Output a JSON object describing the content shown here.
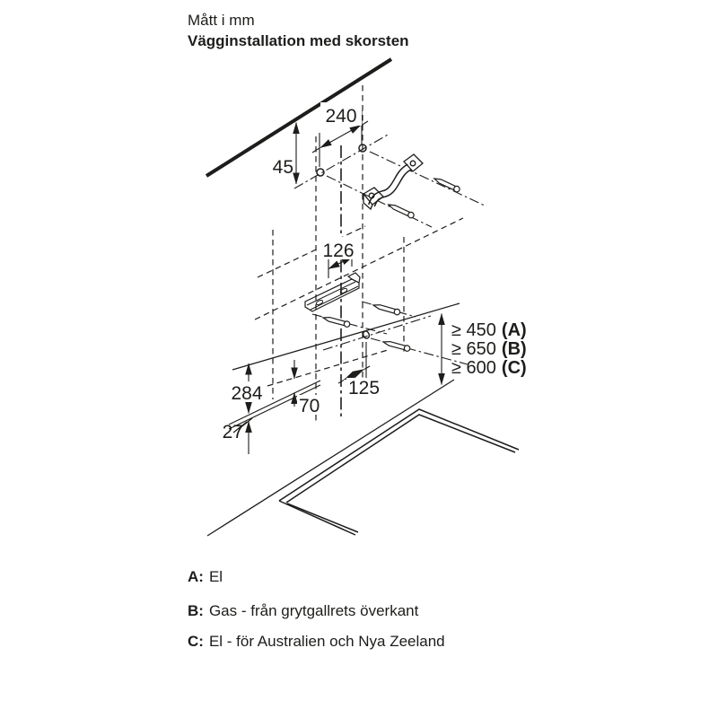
{
  "header": {
    "units": "Mått i mm",
    "title": "Vägginstallation med skorsten"
  },
  "dimensions": {
    "bracket_hole_spacing": "240",
    "ceiling_to_holes": "45",
    "rail_hole_spacing": "126",
    "body_bottom_height": "284",
    "lower_hole_vertical_offset": "70",
    "glass_edge_thickness": "27",
    "lower_hole_horizontal_offset": "125"
  },
  "clearances": [
    {
      "value": "≥ 450",
      "key": "(A)"
    },
    {
      "value": "≥ 650",
      "key": "(B)"
    },
    {
      "value": "≥ 600",
      "key": "(C)"
    }
  ],
  "legend": [
    {
      "key": "A:",
      "text": "El"
    },
    {
      "key": "B:",
      "text": "Gas - från grytgallrets överkant"
    },
    {
      "key": "C:",
      "text": "El - för Australien och Nya Zeeland"
    }
  ],
  "colors": {
    "line": "#1d1d1b",
    "background": "#ffffff"
  }
}
